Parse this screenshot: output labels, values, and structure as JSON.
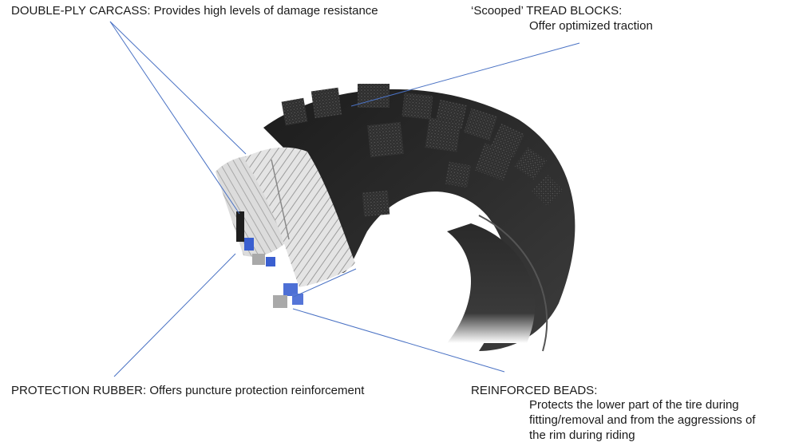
{
  "labels": {
    "carcass": "DOUBLE-PLY CARCASS: Provides high levels of damage resistance",
    "tread_title": "‘Scooped’ TREAD BLOCKS:",
    "tread_desc": "Offer optimized traction",
    "protection": "PROTECTION RUBBER: Offers puncture protection reinforcement",
    "beads_title": "REINFORCED BEADS:",
    "beads_line1": "Protects the lower part of the tire during",
    "beads_line2": "fitting/removal and from the aggressions of",
    "beads_line3": "the rim during riding"
  },
  "colors": {
    "leader": "#4a72c4",
    "tire": "#262626",
    "carcass": "#d8d8d8",
    "bead": "#3a5fd0"
  },
  "illustration": "cutaway-tire"
}
